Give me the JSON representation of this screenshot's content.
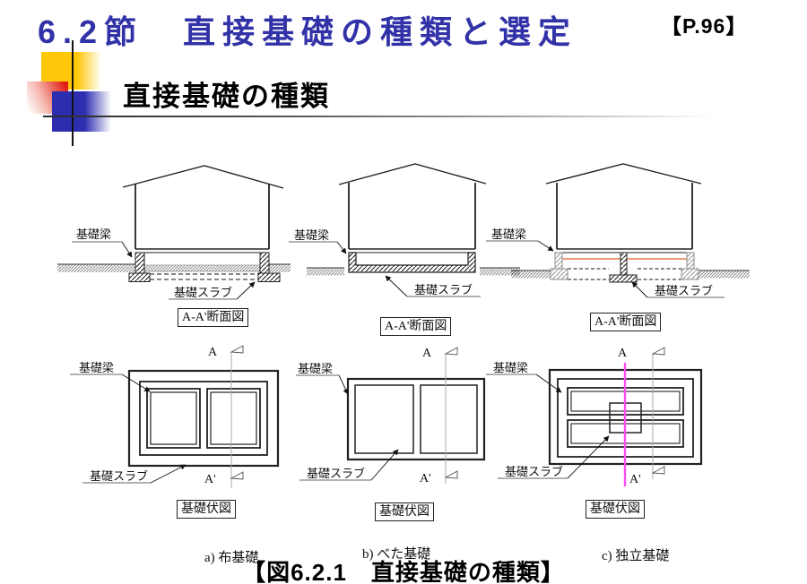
{
  "header": {
    "title": "6.2節　直接基礎の種類と選定",
    "page_ref": "【P.96】",
    "subtitle": "直接基礎の種類"
  },
  "diagram_labels": {
    "beam": "基礎梁",
    "slab": "基礎スラブ",
    "section_view": "A-A'断面図",
    "plan_view": "基礎伏図",
    "section_start": "A",
    "section_end": "A'"
  },
  "foundation_types": [
    {
      "caption": "a) 布基礎"
    },
    {
      "caption": "b) べた基礎"
    },
    {
      "caption": "c) 独立基礎"
    }
  ],
  "figure_caption": "【図6.2.1　直接基礎の種類】",
  "colors": {
    "title_blue": "#3232A8",
    "deco_yellow": "#FFC70A",
    "deco_red": "#E31E13",
    "deco_blue": "#2D2DB0",
    "section_line_magenta": "#FF4DEF",
    "beam_line_orange": "#E87A4A",
    "gray_hatch": "#979797"
  }
}
